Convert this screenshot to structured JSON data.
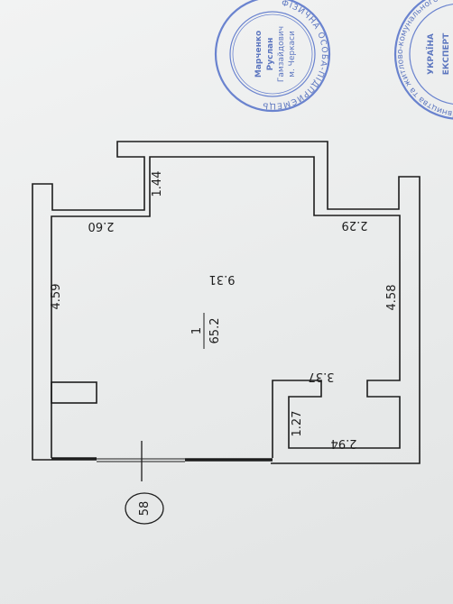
{
  "plan": {
    "room_number": "1",
    "room_area": "65.2",
    "sheet_number": "58",
    "dimensions": {
      "top_left_wall": "2.60",
      "top_right_wall": "2.29",
      "left_wall": "4.59",
      "right_wall": "4.58",
      "niche_depth": "1.44",
      "inner_length": "9.31",
      "notch_width": "3.37",
      "bottom_right_width": "2.94",
      "bottom_right_depth": "1.27"
    }
  },
  "stamps": [
    {
      "ring_text": "ФІЗИЧНА ОСОБА-ПІДПРИЄМЕЦЬ",
      "name_line1": "Марченко",
      "name_line2": "Руслан",
      "name_line3": "Гамзайдович",
      "city": "м. Черкаси"
    },
    {
      "ring_text": "Міністерство регіонального розвитку, будівництва та житлово-комунального господарства України",
      "line1": "УКРАЇНА",
      "line2": "ЕКСПЕРТ"
    }
  ],
  "colors": {
    "ink": "#1d1d1d",
    "stamp": "#2d4fb0",
    "paper": "#eef0f0"
  }
}
